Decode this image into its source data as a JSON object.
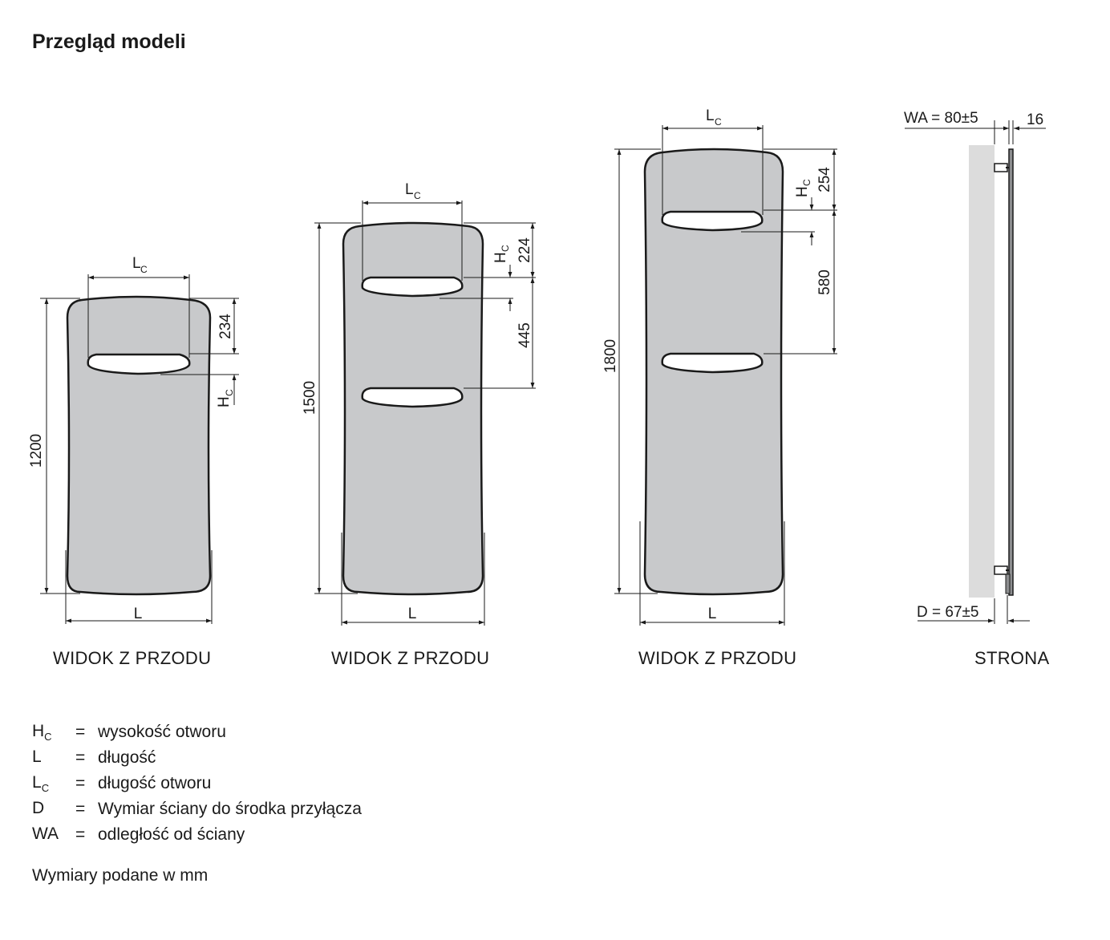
{
  "title": "Przegląd modeli",
  "views": {
    "front_1200": {
      "label": "WIDOK Z PRZODU",
      "height": "1200",
      "hole_offset": "234",
      "hole_length_label": "L",
      "hole_height_label": "H",
      "length_label": "L",
      "subscript": "C"
    },
    "front_1500": {
      "label": "WIDOK Z PRZODU",
      "height": "1500",
      "hole_offset": "224",
      "hole_spacing": "445",
      "hole_length_label": "L",
      "hole_height_label": "H",
      "length_label": "L",
      "subscript": "C"
    },
    "front_1800": {
      "label": "WIDOK Z PRZODU",
      "height": "1800",
      "hole_offset": "254",
      "hole_spacing": "580",
      "hole_length_label": "L",
      "hole_height_label": "H",
      "length_label": "L",
      "subscript": "C"
    },
    "side": {
      "label": "STRONA",
      "wall_distance": "WA = 80±5",
      "thickness": "16",
      "connection_depth": "D = 67±5"
    }
  },
  "legend": [
    {
      "symbol": "H",
      "sub": "C",
      "eq": "=",
      "text": "wysokość otworu"
    },
    {
      "symbol": "L",
      "sub": "",
      "eq": "=",
      "text": "długość"
    },
    {
      "symbol": "L",
      "sub": "C",
      "eq": "=",
      "text": "długość otworu"
    },
    {
      "symbol": "D",
      "sub": "",
      "eq": "=",
      "text": "Wymiar ściany do środka przyłącza"
    },
    {
      "symbol": "WA",
      "sub": "",
      "eq": "=",
      "text": "odległość od ściany"
    }
  ],
  "note": "Wymiary podane w mm",
  "colors": {
    "panel_fill": "#c8c9cb",
    "outline": "#1a1a1a",
    "wall": "#dcdcdc"
  }
}
